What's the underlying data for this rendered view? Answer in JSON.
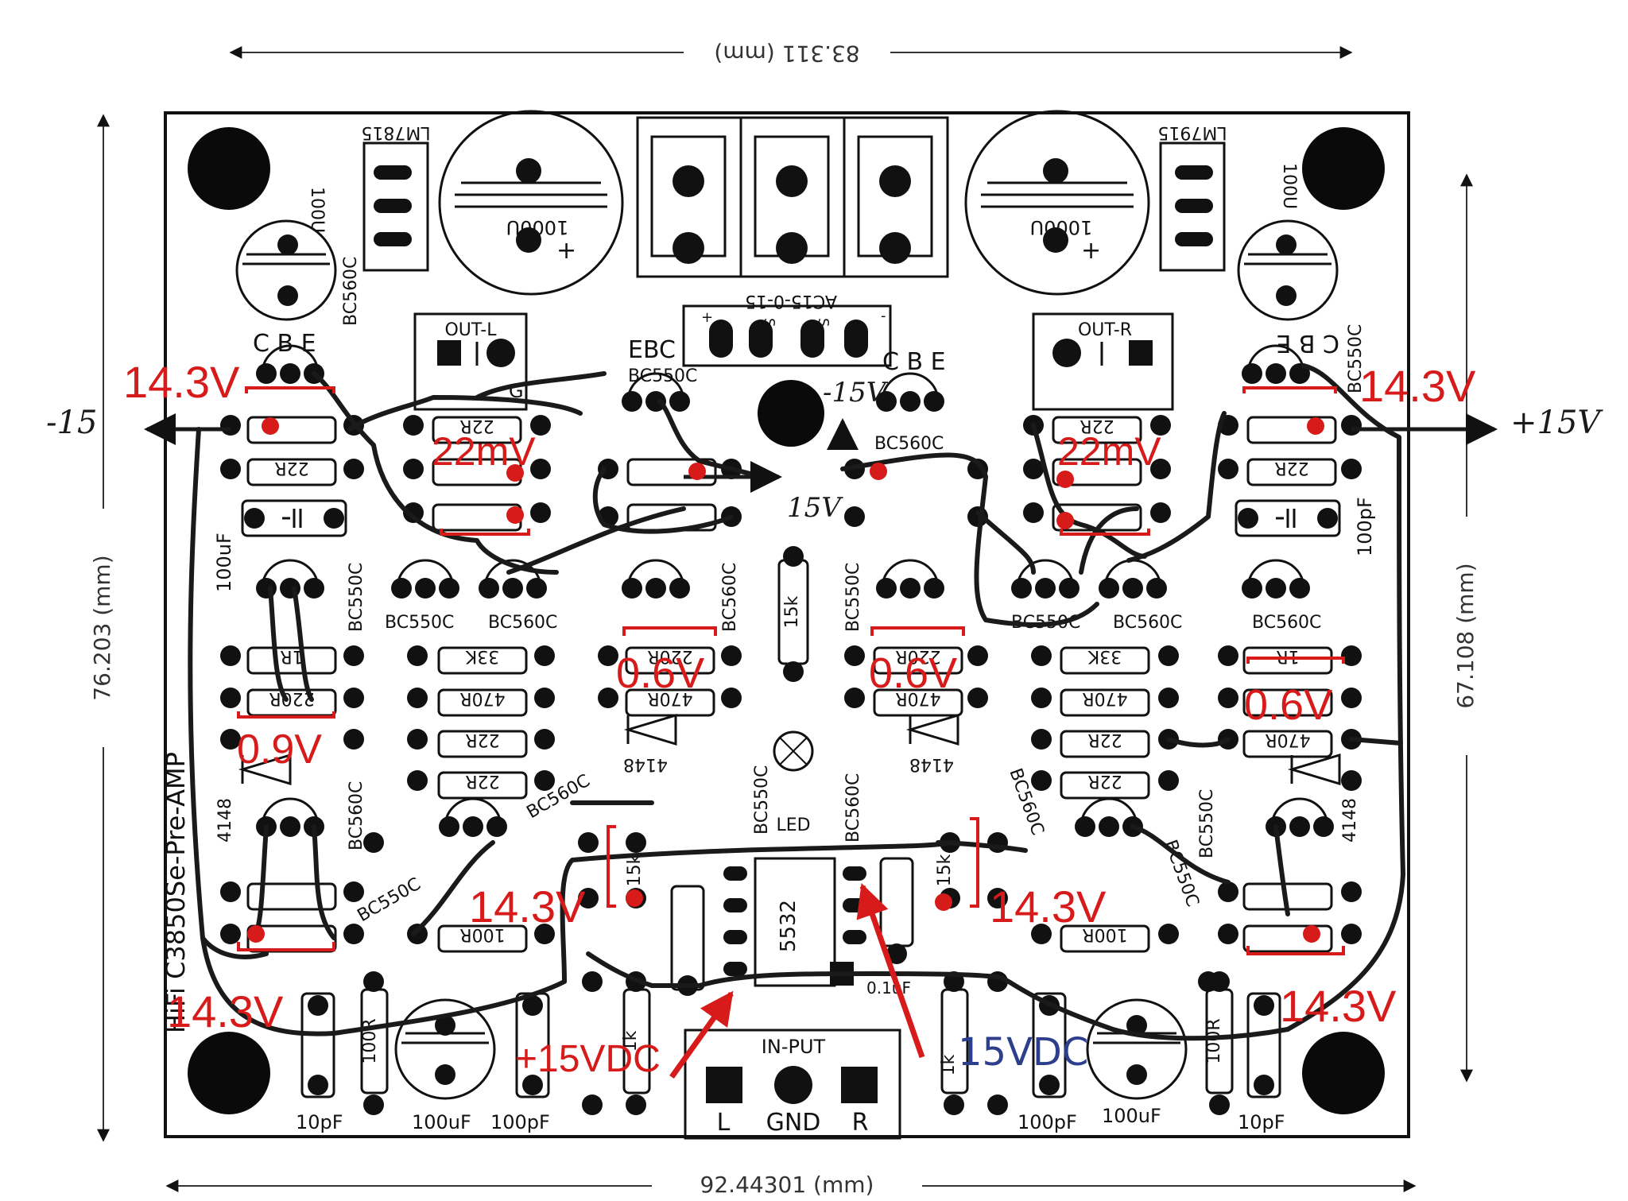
{
  "dimensions": {
    "top": "83.311 (mm)",
    "bottom": "92.44301 (mm)",
    "left": "76.203 (mm)",
    "right": "67.108 (mm)"
  },
  "board_title": "HiFi C3850Se-Pre-AMP",
  "regulators": [
    "LM7815",
    "LM7915"
  ],
  "caps": {
    "big_left": "1000U",
    "big_right": "1000U",
    "small_left": "100U",
    "small_right": "100U",
    "cap_100uf_left": "100uF",
    "cap_100uf_right": "100uF",
    "cap_100pf_side": "100pF",
    "bottom_100pf_l": "100pF",
    "bottom_100pf_r": "100pF",
    "bottom_10pf_l": "10pF",
    "bottom_10pf_r": "10pF",
    "uf_mid": "0.1uF"
  },
  "connectors": {
    "ac": "AC15-0-15",
    "ac_pins": [
      "+",
      "S",
      "S",
      "-"
    ],
    "out_l": "OUT-L",
    "out_r": "OUT-R",
    "g": "G",
    "input": "IN-PUT",
    "input_pins": [
      "L",
      "GND",
      "R"
    ]
  },
  "transistors": {
    "bc550c": "BC550C",
    "bc560c": "BC560C"
  },
  "resistors": {
    "r22": "22R",
    "r100": "100R",
    "r470": "470R",
    "r220": "220R",
    "r33k": "33K",
    "r15k": "15k",
    "r1k": "1k",
    "r1": "1R",
    "r100b": "100R"
  },
  "misc": {
    "ic": "5532",
    "diode": "4148",
    "led": "LED",
    "cbe": "C B E",
    "ebc": "EBC"
  },
  "annotations": {
    "v14_3": "14.3V",
    "v22mv": "22mV",
    "v0_9": "0.9V",
    "v0_6": "0.6V",
    "plus15vdc": "+15VDC",
    "minus15vdc": "15VDC",
    "minus15_left": "-15",
    "plus15_right": "+15V",
    "minus15_center": "-15V",
    "v15_center": "15V"
  },
  "colors": {
    "board": "#ffffff",
    "ink": "#111111",
    "annotation": "#d71a1a",
    "hand": "#1a1a1a",
    "blue": "#2c3e8c",
    "faded": "#bbbbbb"
  }
}
